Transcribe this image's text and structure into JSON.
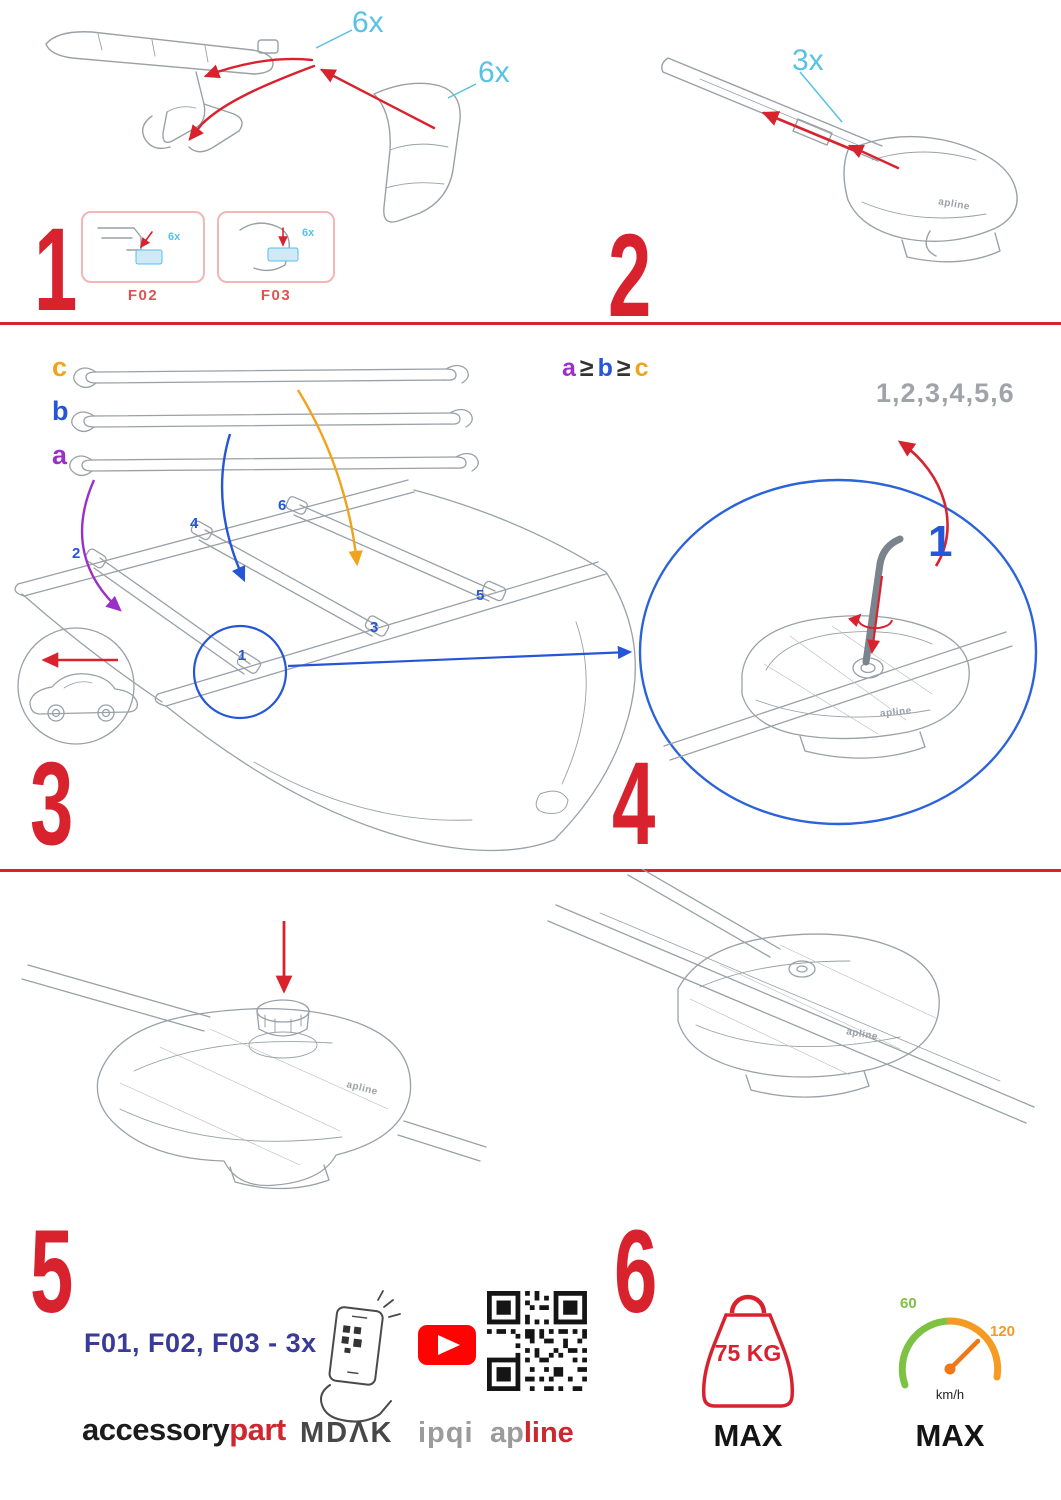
{
  "colors": {
    "red": "#d8232f",
    "cyan": "#56c2e4",
    "blue": "#2456d6",
    "purple": "#9b30c9",
    "orange": "#f0a31c",
    "gray_text": "#a0a4a8",
    "navy": "#3a3a99",
    "green": "#7dc242",
    "speed_orange": "#f59a23",
    "youtube_red": "#ff0000",
    "code_red": "#e0524f",
    "logo_red": "#cf2630"
  },
  "icons": {
    "youtube": "youtube-play-icon",
    "qr": "qr-code",
    "phone_scan": "phone-scan-icon",
    "weight": "weight-max-icon",
    "speedometer": "speedometer-icon",
    "car": "car-direction-icon",
    "hex_key": "allen-key-icon"
  },
  "steps": {
    "s1": {
      "number": "1",
      "qty_top": "6x",
      "qty_side": "6x",
      "boxes": [
        {
          "label": "F02",
          "qty": "6x"
        },
        {
          "label": "F03",
          "qty": "6x"
        }
      ]
    },
    "s2": {
      "number": "2",
      "qty": "3x"
    },
    "s3": {
      "number": "3",
      "bar_labels": {
        "a": "a",
        "b": "b",
        "c": "c"
      },
      "rule": {
        "a": "a",
        "gte1": "≥",
        "b": "b",
        "gte2": "≥",
        "c": "c"
      },
      "positions": {
        "p1": "1",
        "p2": "2",
        "p3": "3",
        "p4": "4",
        "p5": "5",
        "p6": "6"
      }
    },
    "s4": {
      "number": "4",
      "sequence": "1,2,3,4,5,6",
      "first": "1"
    },
    "s5": {
      "number": "5"
    },
    "s6": {
      "number": "6"
    }
  },
  "limits": {
    "weight_value": "75 KG",
    "weight_max": "MAX",
    "speed_low": "60",
    "speed_high": "120",
    "speed_unit": "km/h",
    "speed_max": "MAX"
  },
  "footer": {
    "codes": "F01, F02, F03 - 3x",
    "brand_accessory": "accessory",
    "brand_part": "part",
    "brand_mdak": "MDΛK",
    "brand_ipqi": "ipqi",
    "brand_ap": "ap",
    "brand_line": "line"
  },
  "misc": {
    "foot_logo": "apline"
  }
}
